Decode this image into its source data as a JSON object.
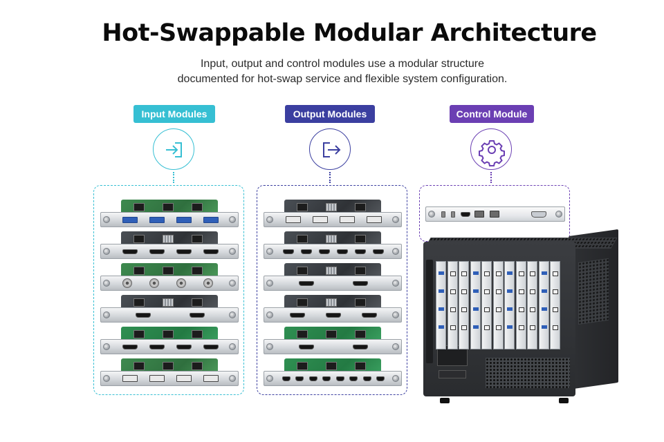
{
  "header": {
    "title": "Hot-Swappable Modular Architecture",
    "subtitle_line1": "Input, output and control modules use a modular structure",
    "subtitle_line2": "documented for hot-swap service and flexible system configuration."
  },
  "columns": [
    {
      "label": "Input Modules",
      "icon": "sign-in-icon",
      "color": "#36bfd3"
    },
    {
      "label": "Output Modules",
      "icon": "sign-out-icon",
      "color": "#3b3fa0"
    },
    {
      "label": "Control Module",
      "icon": "gear-icon",
      "color": "#6b3fb3"
    }
  ],
  "input_cards": [
    {
      "board": "green",
      "ports": [
        "VGA IN",
        "VGA IN",
        "VGA IN",
        "VGA IN"
      ]
    },
    {
      "board": "dark",
      "ports": [
        "HDMI",
        "HDMI",
        "HDMI",
        "HDMI"
      ]
    },
    {
      "board": "green",
      "ports": [
        "BNC",
        "BNC",
        "BNC",
        "BNC"
      ]
    },
    {
      "board": "dark",
      "ports": [
        "HDMI",
        "HDMI"
      ]
    },
    {
      "board": "green2",
      "ports": [
        "HDMI",
        "HDMI",
        "HDMI",
        "HDMI"
      ]
    },
    {
      "board": "green",
      "ports": [
        "DVI",
        "DVI",
        "DVI",
        "DVI"
      ]
    }
  ],
  "output_cards": [
    {
      "board": "dark",
      "ports": [
        "DVI",
        "DVI",
        "DVI",
        "DVI"
      ]
    },
    {
      "board": "dark",
      "ports": [
        "HDMI",
        "HDMI",
        "HDMI",
        "HDMI",
        "HDMI",
        "HDMI"
      ]
    },
    {
      "board": "dark",
      "ports": [
        "HDMI",
        "HDMI"
      ]
    },
    {
      "board": "dark",
      "ports": [
        "HDMI",
        "HDMI",
        "HDMI"
      ]
    },
    {
      "board": "green2",
      "ports": [
        "HDMI",
        "HDMI"
      ]
    },
    {
      "board": "green2",
      "ports": [
        "HDMI",
        "HDMI",
        "HDMI",
        "HDMI",
        "HDMI",
        "HDMI",
        "HDMI",
        "HDMI"
      ]
    }
  ],
  "control_card": {
    "ports": [
      "USB",
      "HDMI",
      "RJ45",
      "RJ45",
      "RS232"
    ]
  }
}
